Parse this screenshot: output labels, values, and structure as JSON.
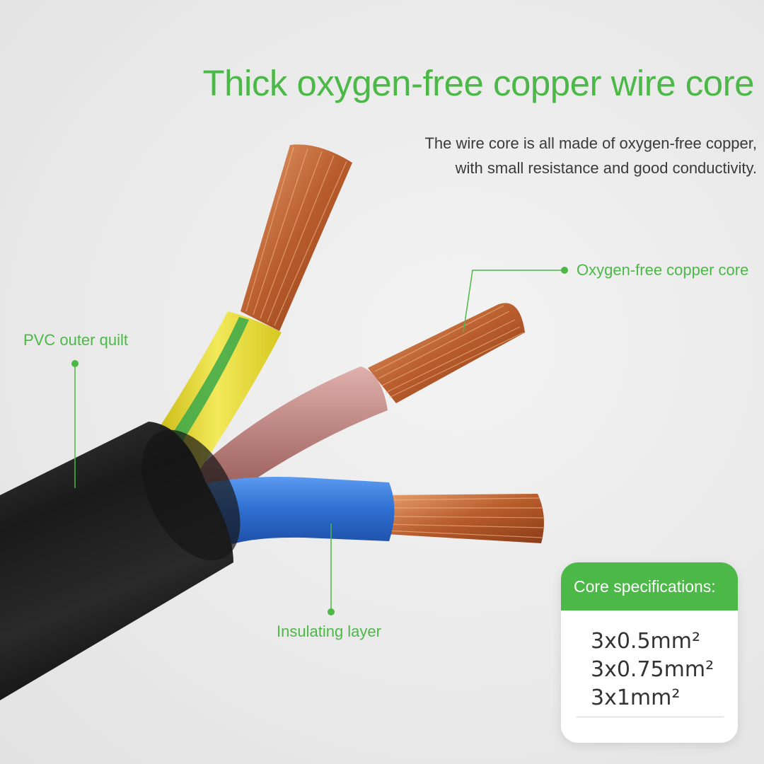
{
  "headline": "Thick oxygen-free copper wire core",
  "description": {
    "line1": "The wire core is all made of oxygen-free copper,",
    "line2": "with small resistance and good conductivity."
  },
  "callouts": {
    "pvc": "PVC outer quilt",
    "core": "Oxygen-free copper core",
    "insulation": "Insulating layer"
  },
  "spec_card": {
    "title": "Core specifications:",
    "items": [
      "3x0.5mm²",
      "3x0.75mm²",
      "3x1mm²"
    ]
  },
  "colors": {
    "accent_green": "#4cb847",
    "jacket": "#1e1e1e",
    "earth_wire": "#e8dc3a",
    "brown_wire": "#c08a86",
    "blue_wire": "#2f6fd0",
    "copper": "#c8703a"
  }
}
